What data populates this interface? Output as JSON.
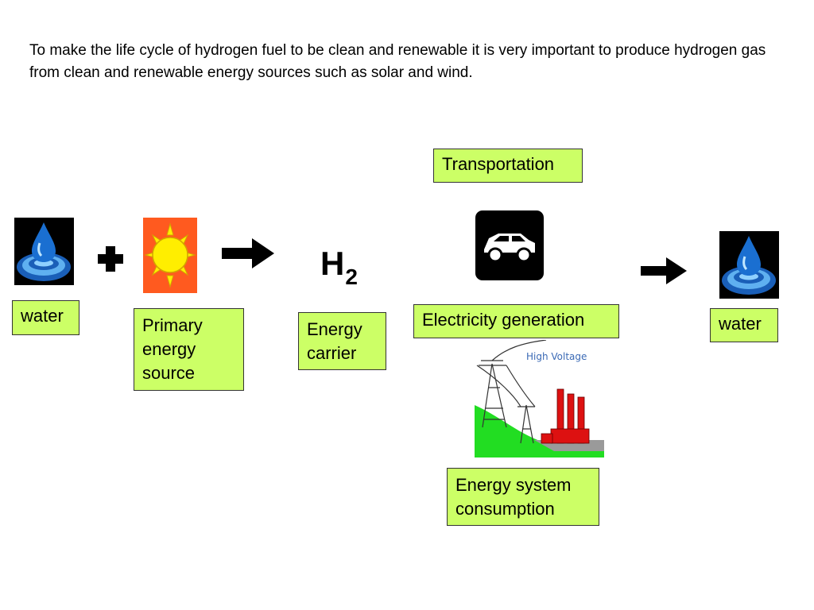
{
  "intro_text": "To make the life cycle of hydrogen fuel to be clean and renewable it is very important to produce hydrogen  gas from clean and renewable energy sources such as solar and wind.",
  "labels": {
    "water_left": "water",
    "primary_energy_source": "Primary energy source",
    "energy_carrier": "Energy carrier",
    "transportation": "Transportation",
    "electricity_generation": "Electricity generation",
    "energy_system_consumption": "Energy system consumption",
    "water_right": "water"
  },
  "h2": {
    "symbol": "H",
    "subscript": "2"
  },
  "high_voltage_text": "High Voltage",
  "icons": [
    "water-drop-icon",
    "plus-icon",
    "sun-icon",
    "arrow-right-icon",
    "car-icon",
    "power-plant-icon"
  ],
  "colors": {
    "label_fill": "#ccff66",
    "water_blue": "#1a6fd1",
    "sun_yellow": "#ffee00",
    "sun_bg": "#ff5a1f",
    "hill_green": "#22dd22",
    "chimney_red": "#dd1111"
  }
}
